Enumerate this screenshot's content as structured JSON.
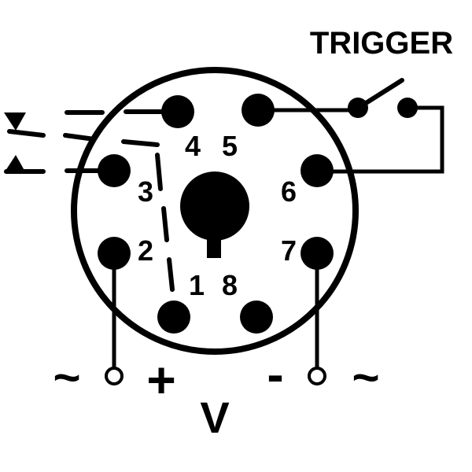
{
  "title": "TRIGGER",
  "pins": {
    "p1": "1",
    "p2": "2",
    "p3": "3",
    "p4": "4",
    "p5": "5",
    "p6": "6",
    "p7": "7",
    "p8": "8"
  },
  "supply": {
    "plus": "+",
    "minus": "-",
    "voltage": "V",
    "ac_left": "~",
    "ac_right": "~"
  },
  "colors": {
    "ink": "#000000",
    "background": "#ffffff"
  }
}
